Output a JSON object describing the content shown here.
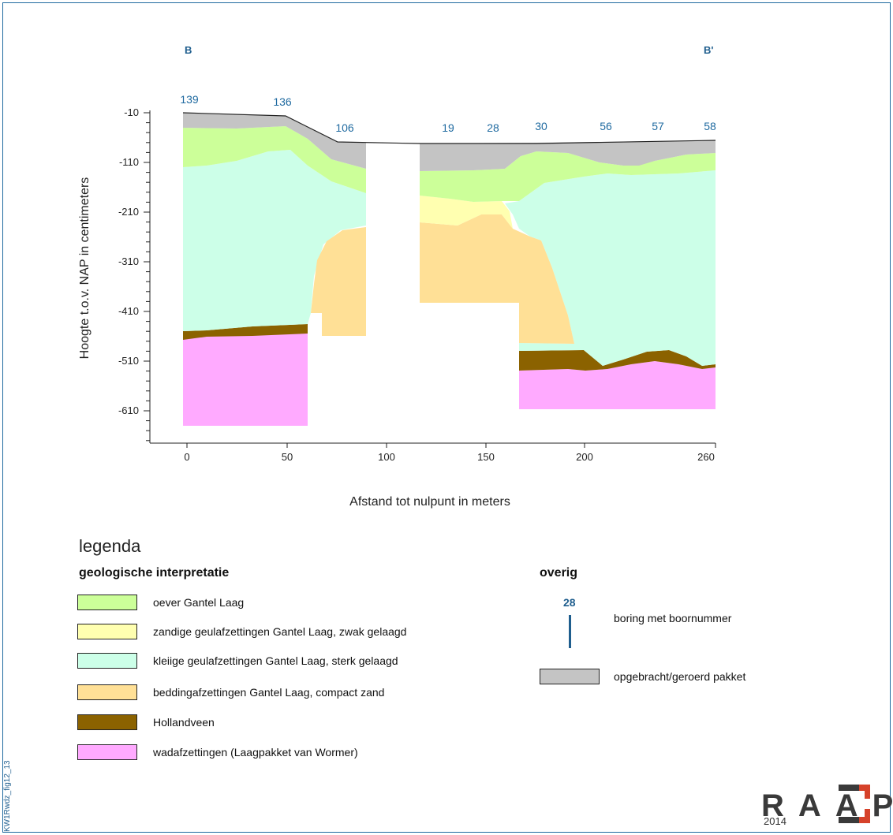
{
  "section": {
    "start_label": "B",
    "end_label": "B'"
  },
  "chart_data": {
    "type": "cross-section",
    "xlabel": "Afstand tot nulpunt in meters",
    "ylabel": "Hoogte t.o.v. NAP in centimeters",
    "x_ticks": [
      "0",
      "50",
      "100",
      "150",
      "200",
      "260"
    ],
    "y_ticks": [
      "-10",
      "-110",
      "-210",
      "-310",
      "-410",
      "-510",
      "-610"
    ],
    "borings": [
      "139",
      "136",
      "106",
      "19",
      "28",
      "30",
      "56",
      "57",
      "58"
    ]
  },
  "legend": {
    "title": "legenda",
    "geo_title": "geologische interpretatie",
    "items": [
      {
        "label": "oever Gantel Laag",
        "color": "#ccff99"
      },
      {
        "label": "zandige geulafzettingen Gantel Laag, zwak gelaagd",
        "color": "#ffffb0"
      },
      {
        "label": "kleiige geulafzettingen Gantel Laag, sterk gelaagd",
        "color": "#ccffe8"
      },
      {
        "label": "beddingafzettingen Gantel Laag, compact zand",
        "color": "#ffe096"
      },
      {
        "label": "Hollandveen",
        "color": "#8b6200"
      },
      {
        "label": "wadafzettingen (Laagpakket van Wormer)",
        "color": "#ffaaff"
      }
    ],
    "other_title": "overig",
    "boring_example": "28",
    "boring_label": "boring met boornummer",
    "disturbed_label": "opgebracht/geroerd pakket",
    "disturbed_color": "#c4c4c4"
  },
  "footer": {
    "code": "KW1Rwdz_fig12_13",
    "logo": "RAAP",
    "year": "2014"
  }
}
